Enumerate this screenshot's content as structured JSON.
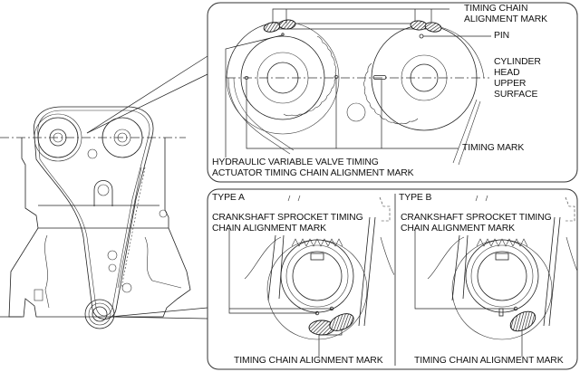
{
  "figure": {
    "subject": "Engine timing chain alignment marks",
    "top_detail": {
      "labels": {
        "timing_chain_alignment_mark": [
          "TIMING CHAIN",
          "ALIGNMENT MARK"
        ],
        "pin": "PIN",
        "cylinder_head_upper_surface": [
          "CYLINDER",
          "HEAD",
          "UPPER",
          "SURFACE"
        ],
        "timing_mark": "TIMING MARK",
        "hydraulic_vvt_mark": [
          "HYDRAULIC VARIABLE VALVE TIMING",
          "ACTUATOR TIMING CHAIN ALIGNMENT MARK"
        ]
      }
    },
    "bottom_detail": {
      "type_a": {
        "title": "TYPE A",
        "sprocket_label": [
          "CRANKSHAFT SPROCKET TIMING",
          "CHAIN ALIGNMENT MARK"
        ],
        "chain_mark_label": "TIMING CHAIN ALIGNMENT MARK"
      },
      "type_b": {
        "title": "TYPE B",
        "sprocket_label": [
          "CRANKSHAFT SPROCKET TIMING",
          "CHAIN ALIGNMENT MARK"
        ],
        "chain_mark_label": "TIMING CHAIN ALIGNMENT MARK"
      }
    }
  }
}
